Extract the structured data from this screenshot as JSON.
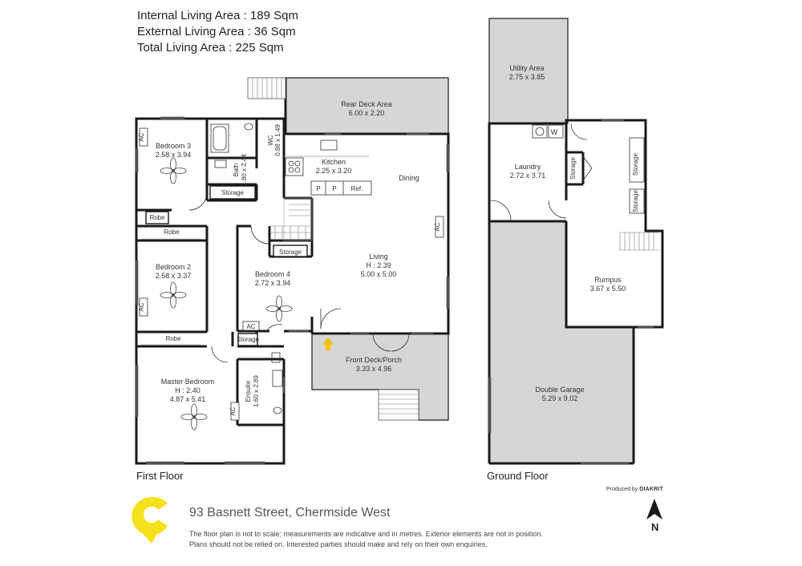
{
  "summary": {
    "internal": "Internal Living Area : 189 Sqm",
    "external": "External Living Area : 36 Sqm",
    "total": "Total Living Area : 225 Sqm"
  },
  "first_floor": {
    "label": "First Floor",
    "rooms": {
      "rear_deck": {
        "name": "Rear Deck Area",
        "dims": "6.00 x 2.20"
      },
      "bedroom3": {
        "name": "Bedroom 3",
        "dims": "2.58 x 3.94"
      },
      "bath": {
        "name": "Bath",
        "dims": "1.80 x 2.44"
      },
      "wc": {
        "name": "WC",
        "dims": "0.88 x 1.49"
      },
      "kitchen": {
        "name": "Kitchen",
        "dims": "2.25 x 3.20"
      },
      "dining": {
        "name": "Dining"
      },
      "storage_hall": {
        "name": "Storage"
      },
      "robe_b3": {
        "name": "Robe"
      },
      "robe_b2": {
        "name": "Robe"
      },
      "bedroom2": {
        "name": "Bedroom 2",
        "dims": "2.58 x 3.37"
      },
      "storage_b4": {
        "name": "Storage"
      },
      "bedroom4": {
        "name": "Bedroom 4",
        "dims": "2.72 x 3.94"
      },
      "living": {
        "name": "Living",
        "height": "H : 2.39",
        "dims": "5.00 x 5.00"
      },
      "robe_master": {
        "name": "Robe"
      },
      "storage_small": {
        "name": "Storage"
      },
      "master": {
        "name": "Master Bedroom",
        "height": "H : 2.40",
        "dims": "4.87 x 5.41"
      },
      "ensuite": {
        "name": "Ensuite",
        "dims": "1.60 x 2.89"
      },
      "front_deck": {
        "name": "Front Deck/Porch",
        "dims": "3.33 x 4.96"
      }
    },
    "fixtures": {
      "pantry1": "P",
      "pantry2": "P",
      "fridge": "Ref.",
      "ac": "AC"
    }
  },
  "ground_floor": {
    "label": "Ground Floor",
    "rooms": {
      "utility": {
        "name": "Utility Area",
        "dims": "2.75 x 3.85"
      },
      "laundry": {
        "name": "Laundry",
        "dims": "2.72 x 3.71"
      },
      "washer": "W",
      "storage_a": {
        "name": "Storage"
      },
      "storage_b": {
        "name": "Storage"
      },
      "storage_c": {
        "name": "Storage"
      },
      "rumpus": {
        "name": "Rumpus",
        "dims": "3.67 x 5.50"
      },
      "garage": {
        "name": "Double Garage",
        "dims": "5.29 x 9.02"
      }
    }
  },
  "footer": {
    "produced_by": "Produced by",
    "producer": "DIAKRIT",
    "address": "93 Basnett Street, Chermside West",
    "disclaimer_line1": "The floor plan is not to scale; measurements are indicative and in metres. Exterior elements are not in position.",
    "disclaimer_line2": "Plans should not be relied on. Interested parties should make and rely on their own enquiries.",
    "north": "N"
  },
  "colors": {
    "wall": "#1a1a1a",
    "outdoor_fill": "#d6d6d6",
    "logo_yellow": "#f5e11c"
  }
}
